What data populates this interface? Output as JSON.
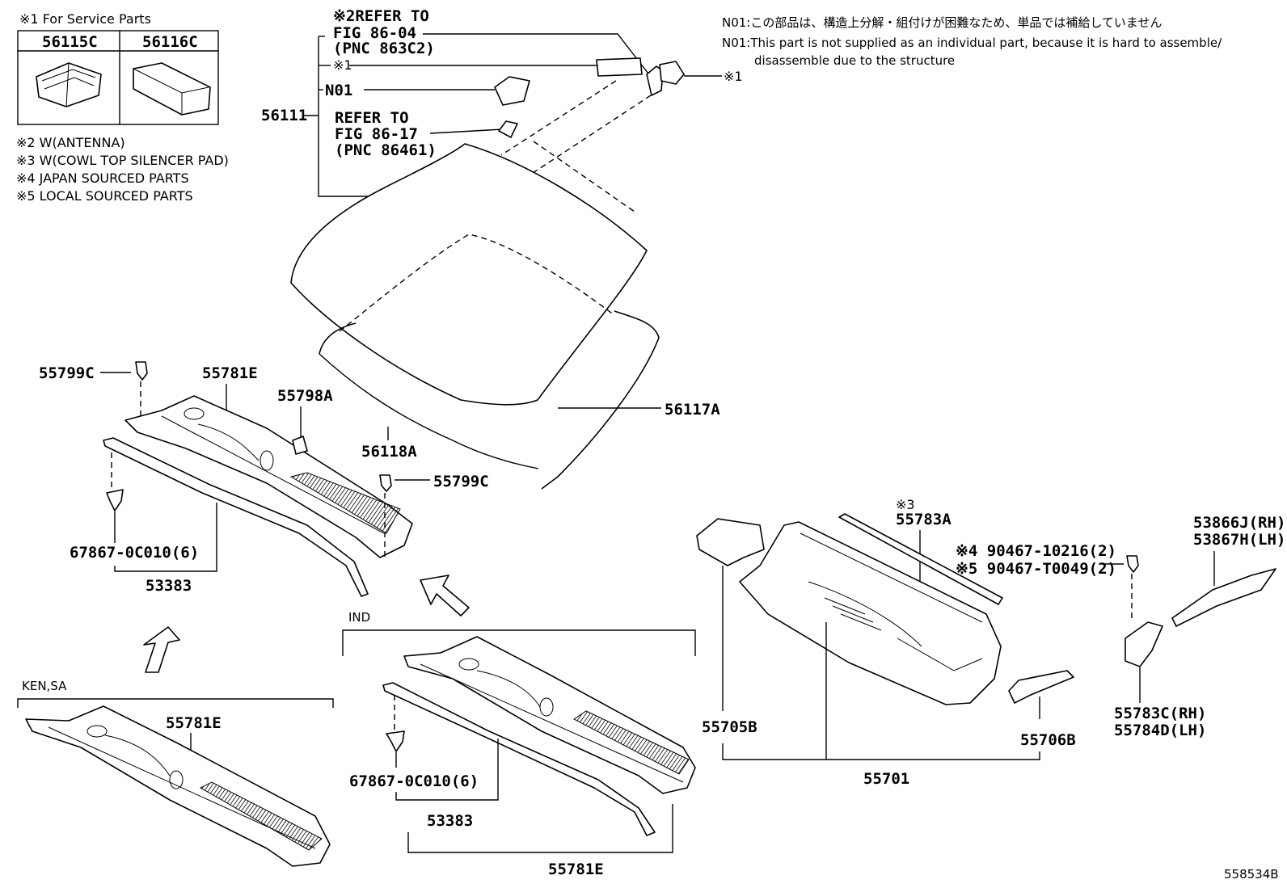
{
  "service_box": {
    "title": "※1 For Service Parts",
    "cols": [
      "56115C",
      "56116C"
    ]
  },
  "legend": [
    "※2 W(ANTENNA)",
    "※3 W(COWL TOP SILENCER PAD)",
    "※4 JAPAN SOURCED PARTS",
    "※5 LOCAL SOURCED PARTS"
  ],
  "note": {
    "jp": "N01:この部品は、構造上分解・組付けが困難なため、単品では補給していません",
    "en1": "N01:This part is not supplied as an individual part, because it is hard to assemble/",
    "en2": "disassemble due to the structure"
  },
  "windshield": {
    "main": "56111",
    "ref1_a": "※2REFER TO",
    "ref1_b": "FIG 86-04",
    "ref1_c": "(PNC 863C2)",
    "mark1": "※1",
    "n01": "N01",
    "ref2_a": "REFER TO",
    "ref2_b": "FIG 86-17",
    "ref2_c": "(PNC 86461)",
    "mark1_right": "※1",
    "moulding_outer": "56117A",
    "moulding_lower": "56118A"
  },
  "cowl": {
    "clip_top": "55799C",
    "louver": "55781E",
    "bracket": "55798A",
    "clip_right": "55799C",
    "fastener": "67867-0C010(6)",
    "seal": "53383"
  },
  "variants": {
    "ken_sa": "KEN,SA",
    "ken_louver": "55781E",
    "ind": "IND",
    "ind_fastener": "67867-0C010(6)",
    "ind_seal": "53383",
    "ind_louver": "55781E"
  },
  "panel": {
    "pad_mark": "※3",
    "pad": "55783A",
    "bolt1": "※4 90467-10216(2)",
    "bolt2": "※5 90467-T0049(2)",
    "hinge_rh": "53866J(RH)",
    "hinge_lh": "53867H(LH)",
    "ext_rh": "55783C(RH)",
    "ext_lh": "55784D(LH)",
    "brk_left": "55705B",
    "brk_right": "55706B",
    "panel_main": "55701"
  },
  "diagram_id": "558534B"
}
